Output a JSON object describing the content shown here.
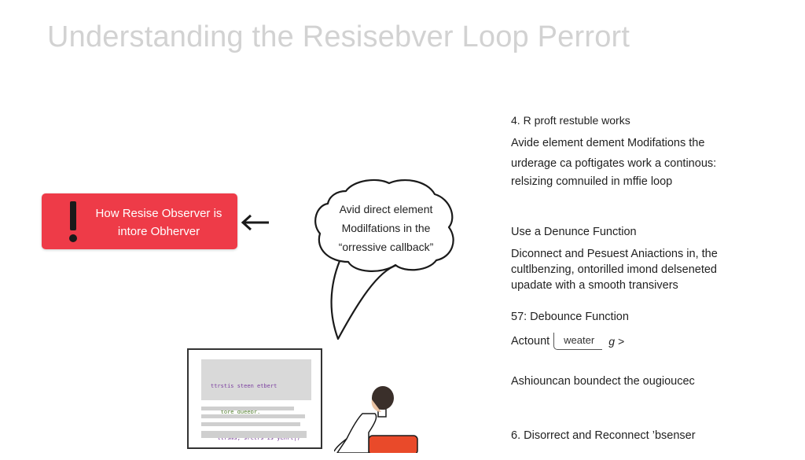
{
  "title": "Understanding the Resisebver Loop Perrort",
  "error_box": {
    "line1": "How Resise Observer is",
    "line2": "intore Obherver",
    "color": "#ee3b48"
  },
  "bubble": {
    "line1": "Avid direct element",
    "line2": "Modilfations in the",
    "line3": "“orressive callback”"
  },
  "code": {
    "line1": "ttrstis steen etbert",
    "line2": "   tore dueebr.",
    "line3": "  ttrsms; srctrs-is yenrt|)"
  },
  "right_panel": {
    "step4": "4.  R proft restuble works",
    "step4_lines": [
      "Avide element dement Modifations the",
      "urderage ca poftigates work a continous:",
      "relsizing comnuiled in mffie loop"
    ],
    "use_debounce": "Use a Denunce Function",
    "use_debounce_lines": [
      "Diconnect and Pesuest Aniactions in, the",
      "cultlbenzing, ontorilled imond delseneted",
      "upadate with a smooth transivers"
    ],
    "step57": "57: Debounce Function",
    "debounce_label": "Actount",
    "debounce_input": "weater",
    "debounce_tail": "g >",
    "desc": "Ashiouncan boundect the ougioucec",
    "step6": "6.  Disorrect and Reconnect ’bsenser"
  }
}
